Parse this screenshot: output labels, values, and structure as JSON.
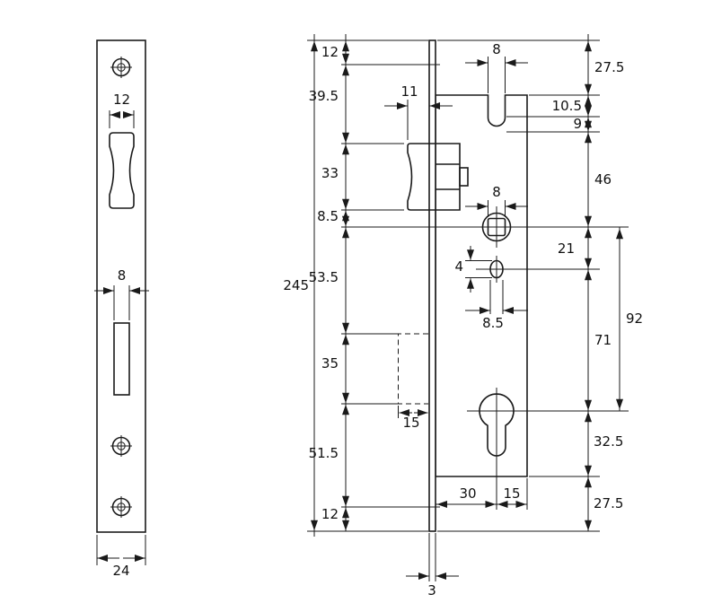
{
  "colors": {
    "line": "#1a1a1a",
    "background": "#ffffff"
  },
  "faceplate_view": {
    "latch_slot_width": "12",
    "lower_slot_width": "8",
    "plate_width": "24"
  },
  "body_view": {
    "overall_height": "245",
    "left_chain": [
      "12",
      "39.5",
      "33",
      "8.5",
      "53.5",
      "35",
      "51.5",
      "12"
    ],
    "right_chain": [
      "27.5",
      "10.5",
      "9",
      "46",
      "21",
      "71",
      "32.5",
      "27.5"
    ],
    "centre_distance": "92",
    "top_slot_width": "8",
    "follower_square": "8",
    "latch_projection": "11",
    "hole_height": "4",
    "hole_offset": "8.5",
    "deadbolt_offset": "15",
    "backset": "30",
    "case_margin": "15",
    "faceplate_thickness": "3"
  }
}
